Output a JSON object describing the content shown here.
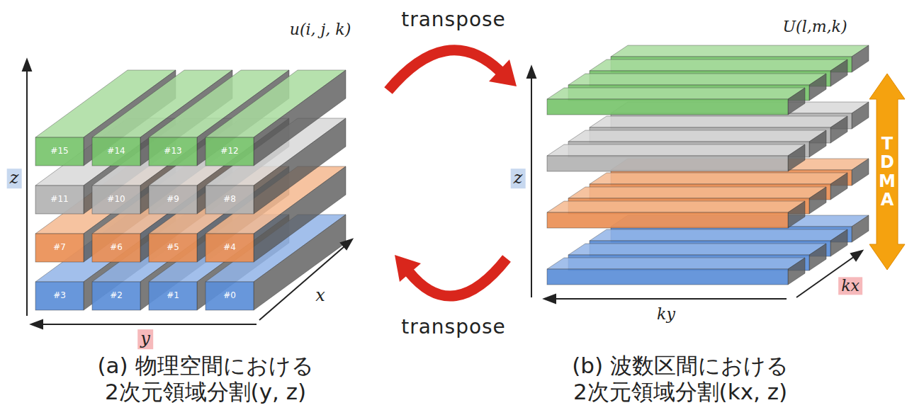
{
  "diagram": {
    "labels": [
      "transpose",
      "transpose",
      "u(i, j, k)",
      "U(l,m,k)",
      "z",
      "y",
      "x",
      "z",
      "ky",
      "kx",
      "TDMA",
      "#15",
      "#14",
      "#13",
      "#12",
      "#11",
      "#10",
      "#9",
      "#8",
      "#7",
      "#6",
      "#5",
      "#4",
      "#3",
      "#2",
      "#1",
      "#0",
      "(a) 物理空間における 2次元領域分割(y, z)",
      "(b) 波数区間における 2次元領域分割(kx, z)"
    ]
  }
}
